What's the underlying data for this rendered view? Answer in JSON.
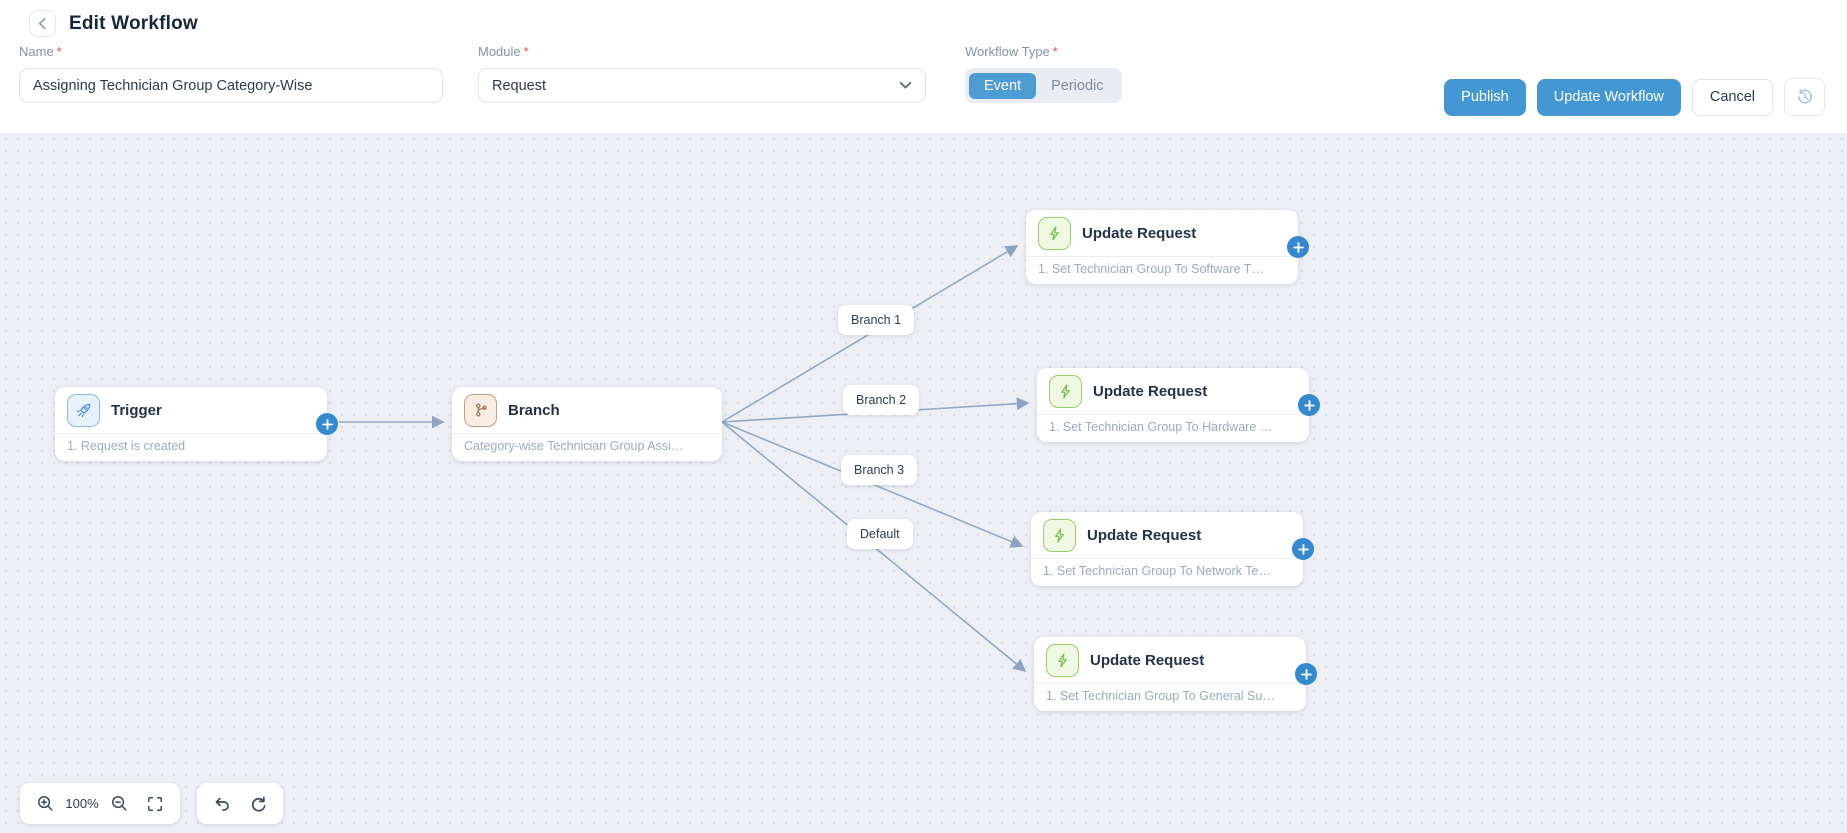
{
  "header": {
    "title": "Edit Workflow",
    "form": {
      "required_mark": "*",
      "name": {
        "label": "Name",
        "value": "Assigning Technician Group Category-Wise"
      },
      "module": {
        "label": "Module",
        "value": "Request"
      },
      "workflow_type": {
        "label": "Workflow Type",
        "options": [
          "Event",
          "Periodic"
        ],
        "selected": "Event"
      }
    },
    "actions": {
      "publish": "Publish",
      "update_workflow": "Update Workflow",
      "cancel": "Cancel"
    }
  },
  "canvas": {
    "nodes": [
      {
        "id": "trigger",
        "title": "Trigger",
        "subtitle": "1. Request is created"
      },
      {
        "id": "branch",
        "title": "Branch",
        "subtitle": "Category-wise Technician Group Assi…"
      },
      {
        "id": "update-1",
        "title": "Update Request",
        "subtitle": "1. Set Technician Group To Software T…"
      },
      {
        "id": "update-2",
        "title": "Update Request",
        "subtitle": "1. Set Technician Group To Hardware …"
      },
      {
        "id": "update-3",
        "title": "Update Request",
        "subtitle": "1. Set Technician Group To Network Te…"
      },
      {
        "id": "update-4",
        "title": "Update Request",
        "subtitle": "1. Set Technician Group To General Su…"
      }
    ],
    "edge_labels": [
      "Branch 1",
      "Branch 2",
      "Branch 3",
      "Default"
    ],
    "icons": {
      "trigger": "rocket-icon",
      "branch": "git-branch-icon",
      "update": "lightning-icon",
      "add": "plus-icon"
    },
    "colors": {
      "accent_blue": "#4397d2",
      "edge": "#92a8c5",
      "canvas_bg": "#edeff4",
      "trigger_icon": "#4a90d9",
      "branch_icon": "#a3765a",
      "update_icon": "#6fbf44"
    }
  },
  "toolbar": {
    "zoom_level": "100%"
  }
}
